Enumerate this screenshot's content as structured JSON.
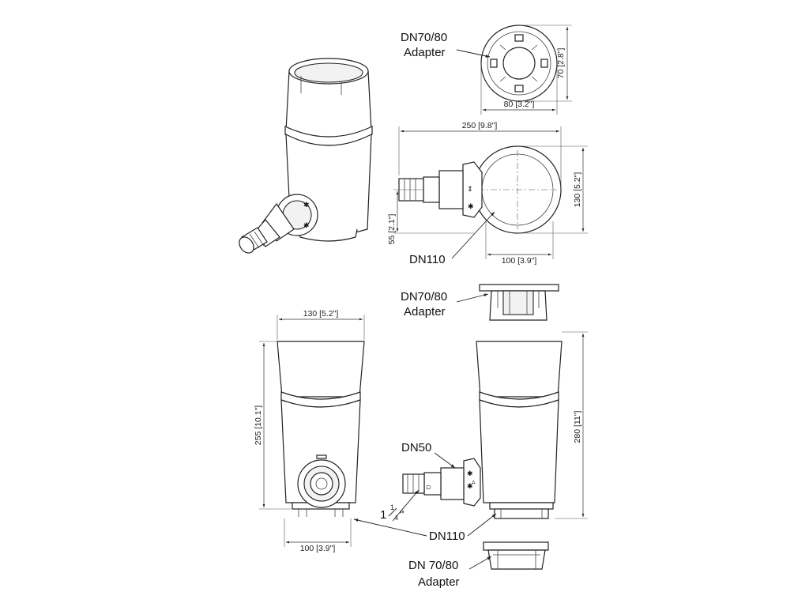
{
  "dimensions": {
    "adapter_width": "80 [3.2\"]",
    "adapter_height": "70 [2.8\"]",
    "top_total_width": "250 [9.8\"]",
    "top_body_diameter": "130 [5.2\"]",
    "top_outlet_height": "55 [2.1\"]",
    "top_base_width": "100 [3.9\"]",
    "front_width": "130 [5.2\"]",
    "front_height": "255 [10.1\"]",
    "front_base_width": "100 [3.9\"]",
    "side_height": "280 [11\"]"
  },
  "callouts": {
    "adapter_top": {
      "line1": "DN70/80",
      "line2": "Adapter"
    },
    "dn110_top": "DN110",
    "adapter_mid": {
      "line1": "DN70/80",
      "line2": "Adapter"
    },
    "dn50": "DN50",
    "hose_size": {
      "whole": "1",
      "num": "1",
      "den": "4",
      "unit": "\""
    },
    "dn110_bottom": "DN110",
    "adapter_bottom": {
      "line1": "DN 70/80",
      "line2": "Adapter"
    }
  },
  "icons": [
    "arrow-icon",
    "snowflake-icon",
    "triangle-icon",
    "square-icon"
  ]
}
